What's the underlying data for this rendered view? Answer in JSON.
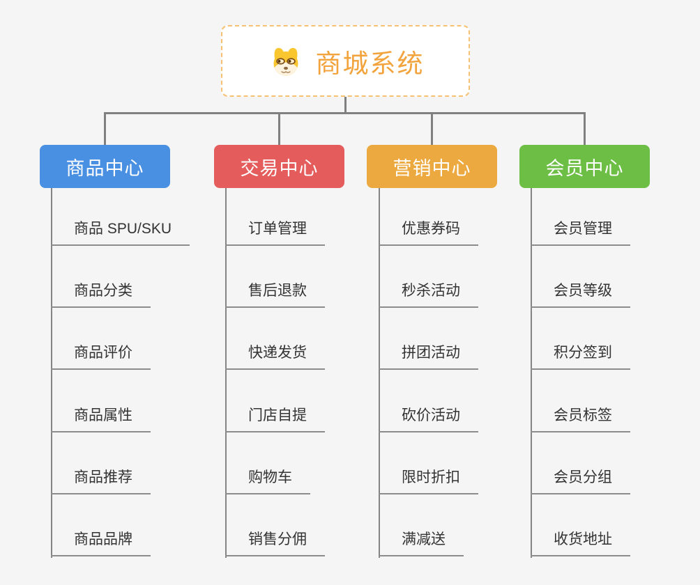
{
  "root": {
    "title": "商城系统",
    "icon": "dog-face-icon"
  },
  "branches": [
    {
      "label": "商品中心",
      "color": "#4a90e2",
      "items": [
        "商品 SPU/SKU",
        "商品分类",
        "商品评价",
        "商品属性",
        "商品推荐",
        "商品品牌"
      ]
    },
    {
      "label": "交易中心",
      "color": "#e45c5c",
      "items": [
        "订单管理",
        "售后退款",
        "快递发货",
        "门店自提",
        "购物车",
        "销售分佣"
      ]
    },
    {
      "label": "营销中心",
      "color": "#eca93f",
      "items": [
        "优惠券码",
        "秒杀活动",
        "拼团活动",
        "砍价活动",
        "限时折扣",
        "满减送"
      ]
    },
    {
      "label": "会员中心",
      "color": "#6cbe45",
      "items": [
        "会员管理",
        "会员等级",
        "积分签到",
        "会员标签",
        "会员分组",
        "收货地址"
      ]
    }
  ],
  "colors": {
    "background": "#f5f5f6",
    "root_text": "#f2a33c",
    "root_border": "#f6c173",
    "connector": "#808080",
    "leaf_underline": "#8c8c8c",
    "leaf_text": "#333333"
  }
}
